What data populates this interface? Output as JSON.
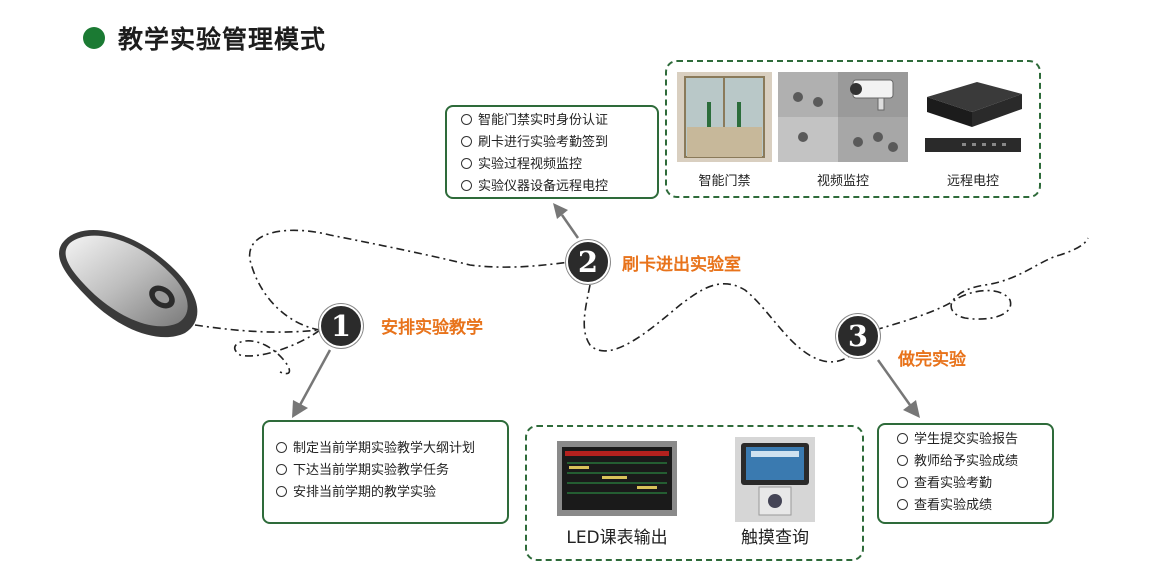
{
  "title": "教学实验管理模式",
  "steps": [
    {
      "num": "1",
      "label": "安排实验教学"
    },
    {
      "num": "2",
      "label": "刷卡进出实验室"
    },
    {
      "num": "3",
      "label": "做完实验"
    }
  ],
  "box_step2": {
    "items": [
      "智能门禁实时身份认证",
      "刷卡进行实验考勤签到",
      "实验过程视频监控",
      "实验仪器设备远程电控"
    ]
  },
  "box_step1": {
    "items": [
      "制定当前学期实验教学大纲计划",
      "下达当前学期实验教学任务",
      "安排当前学期的教学实验"
    ]
  },
  "box_step3": {
    "items": [
      "学生提交实验报告",
      "教师给予实验成绩",
      "查看实验考勤",
      "查看实验成绩"
    ]
  },
  "photos_top": [
    "智能门禁",
    "视频监控",
    "远程电控"
  ],
  "photos_bottom": [
    "LED课表输出",
    "触摸查询"
  ],
  "colors": {
    "accent": "#e8731b",
    "green": "#2e6b3a",
    "dot": "#1b7a33"
  }
}
